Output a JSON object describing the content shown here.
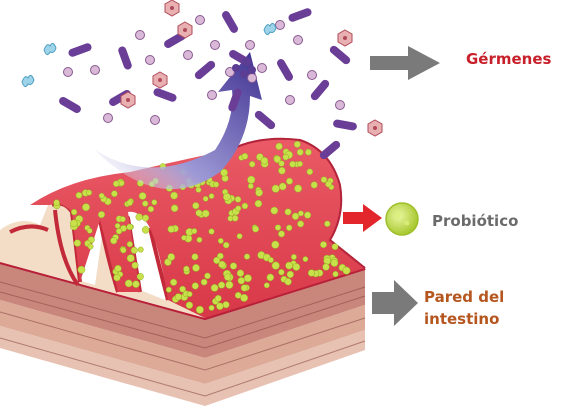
{
  "labels": {
    "germs": "Gérmenes",
    "probiotic": "Probiótico",
    "intestinal_wall_line1": "Pared del",
    "intestinal_wall_line2": "intestino"
  },
  "colors": {
    "germs_label": "#c8202a",
    "probiotic_label": "#6b6b6b",
    "wall_label": "#b5561f",
    "mucosa": "#e0485a",
    "probiotic_cell": "#c8e04a",
    "germ_rod": "#6a3d97",
    "germ_cocci": "#d9b8d8",
    "arrow_gray": "#7a7a7a",
    "arrow_red": "#e3262b",
    "flow_arrow": "#4a3f9a"
  },
  "icons": {
    "germ_rod": "rod-bacterium-icon",
    "germ_cocci": "coccus-icon",
    "virus": "virus-icon",
    "probiotic": "probiotic-cell-icon"
  }
}
